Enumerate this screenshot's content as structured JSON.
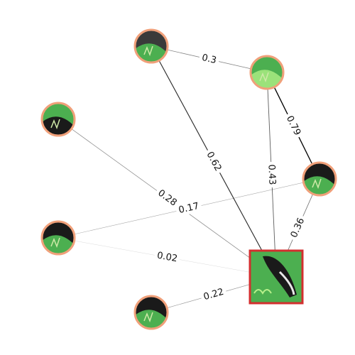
{
  "graph": {
    "nodes": [
      {
        "id": "n_top",
        "kind": "circle",
        "fill": "#3a3a3a",
        "accent": "#4caf50"
      },
      {
        "id": "n_upper_right",
        "kind": "circle",
        "fill": "#4caf50",
        "accent": "#9be27a"
      },
      {
        "id": "n_left_upper",
        "kind": "circle",
        "fill": "#4caf50",
        "accent": "#1a1a1a"
      },
      {
        "id": "n_right",
        "kind": "circle",
        "fill": "#1a1a1a",
        "accent": "#4caf50"
      },
      {
        "id": "n_left_lower",
        "kind": "circle",
        "fill": "#1a1a1a",
        "accent": "#4caf50"
      },
      {
        "id": "n_bottom_left",
        "kind": "circle",
        "fill": "#1a1a1a",
        "accent": "#4caf50"
      },
      {
        "id": "n_center",
        "kind": "square",
        "fill": "#1a1a1a",
        "accent": "#4caf50"
      }
    ],
    "edges": [
      {
        "from": "n_top",
        "to": "n_upper_right",
        "label": "0.3",
        "weight": 0.3
      },
      {
        "from": "n_top",
        "to": "n_center",
        "label": "0.62",
        "weight": 0.62
      },
      {
        "from": "n_upper_right",
        "to": "n_right",
        "label": "0.79",
        "weight": 0.79
      },
      {
        "from": "n_upper_right",
        "to": "n_center",
        "label": "0.43",
        "weight": 0.43
      },
      {
        "from": "n_left_upper",
        "to": "n_center",
        "label": "0.28",
        "weight": 0.28
      },
      {
        "from": "n_left_lower",
        "to": "n_right",
        "label": "0.17",
        "weight": 0.17
      },
      {
        "from": "n_right",
        "to": "n_center",
        "label": "0.36",
        "weight": 0.36
      },
      {
        "from": "n_left_lower",
        "to": "n_center",
        "label": "0.02",
        "weight": 0.02
      },
      {
        "from": "n_bottom_left",
        "to": "n_center",
        "label": "0.22",
        "weight": 0.22
      }
    ],
    "colors": {
      "node_border": "#f0a07a",
      "focus_border": "#d32f2f",
      "edge": "#000000",
      "label_bg": "#ffffff"
    }
  }
}
